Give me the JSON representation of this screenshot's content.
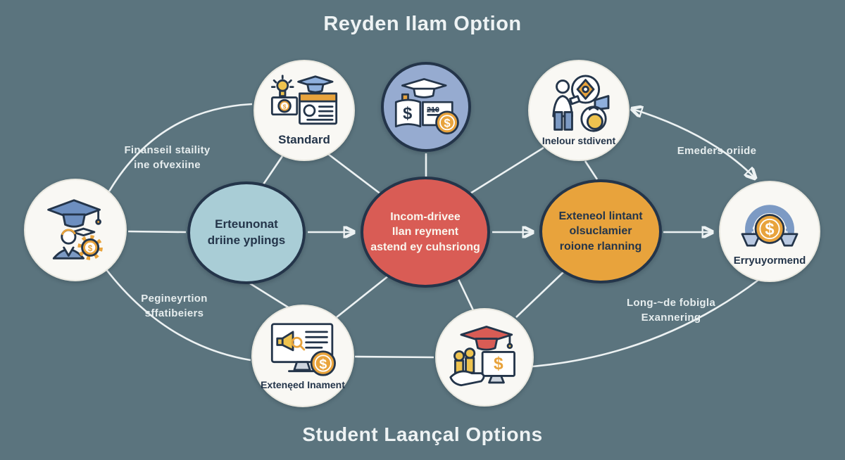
{
  "titles": {
    "top": "Reyden Ilam Option",
    "bottom": "Student Laançal Options"
  },
  "glyphs": {
    "dollar": "$",
    "certificate_number": "210"
  },
  "colors": {
    "background": "#5b747e",
    "node_white": "#f9f8f4",
    "navy_outline": "#24354a",
    "ellipse_blue": "#a9cdd6",
    "circle_periwinkle": "#96abd0",
    "ellipse_red": "#d95c55",
    "ellipse_orange": "#e8a33c",
    "icon_gold": "#eec34f",
    "icon_blue": "#7c9ac4",
    "connector_white": "#edf2f3"
  },
  "nodes": {
    "graduate_circle": {
      "icon": "graduate-finance-icon",
      "label": ""
    },
    "standard_circle": {
      "icon": "loan-document-icon",
      "label": "Standard"
    },
    "book_circle": {
      "icon": "book-scholarship-icon",
      "label": ""
    },
    "inelour_circle": {
      "icon": "student-grant-icon",
      "label": "Inelour stdivent"
    },
    "blue_ellipse": {
      "lines": [
        "Erteunonat",
        "driine yplings"
      ]
    },
    "red_ellipse": {
      "lines": [
        "Incom-drivee",
        "Ilan reyment",
        "astend ey cuhsriong"
      ]
    },
    "orange_ellipse": {
      "lines": [
        "Exteneol lintant",
        "olsuclamier",
        "roione rlanning"
      ]
    },
    "repayment_circle": {
      "icon": "coin-magnet-icon",
      "label": "Erryuyormend"
    },
    "monitor_circle": {
      "icon": "monitor-funds-icon",
      "label": "Extenęed Inament"
    },
    "support_circle": {
      "icon": "education-support-icon",
      "label": ""
    }
  },
  "edge_labels": {
    "financial": {
      "lines": [
        "Finanseil staility",
        "ine ofvexiine"
      ]
    },
    "emeders": {
      "label": "Emeders oriide"
    },
    "registration": {
      "lines": [
        "Pegineyrtion",
        "sffatibeiers"
      ]
    },
    "longterm": {
      "lines": [
        "Long-~de fobigla",
        "Exannering"
      ]
    }
  }
}
